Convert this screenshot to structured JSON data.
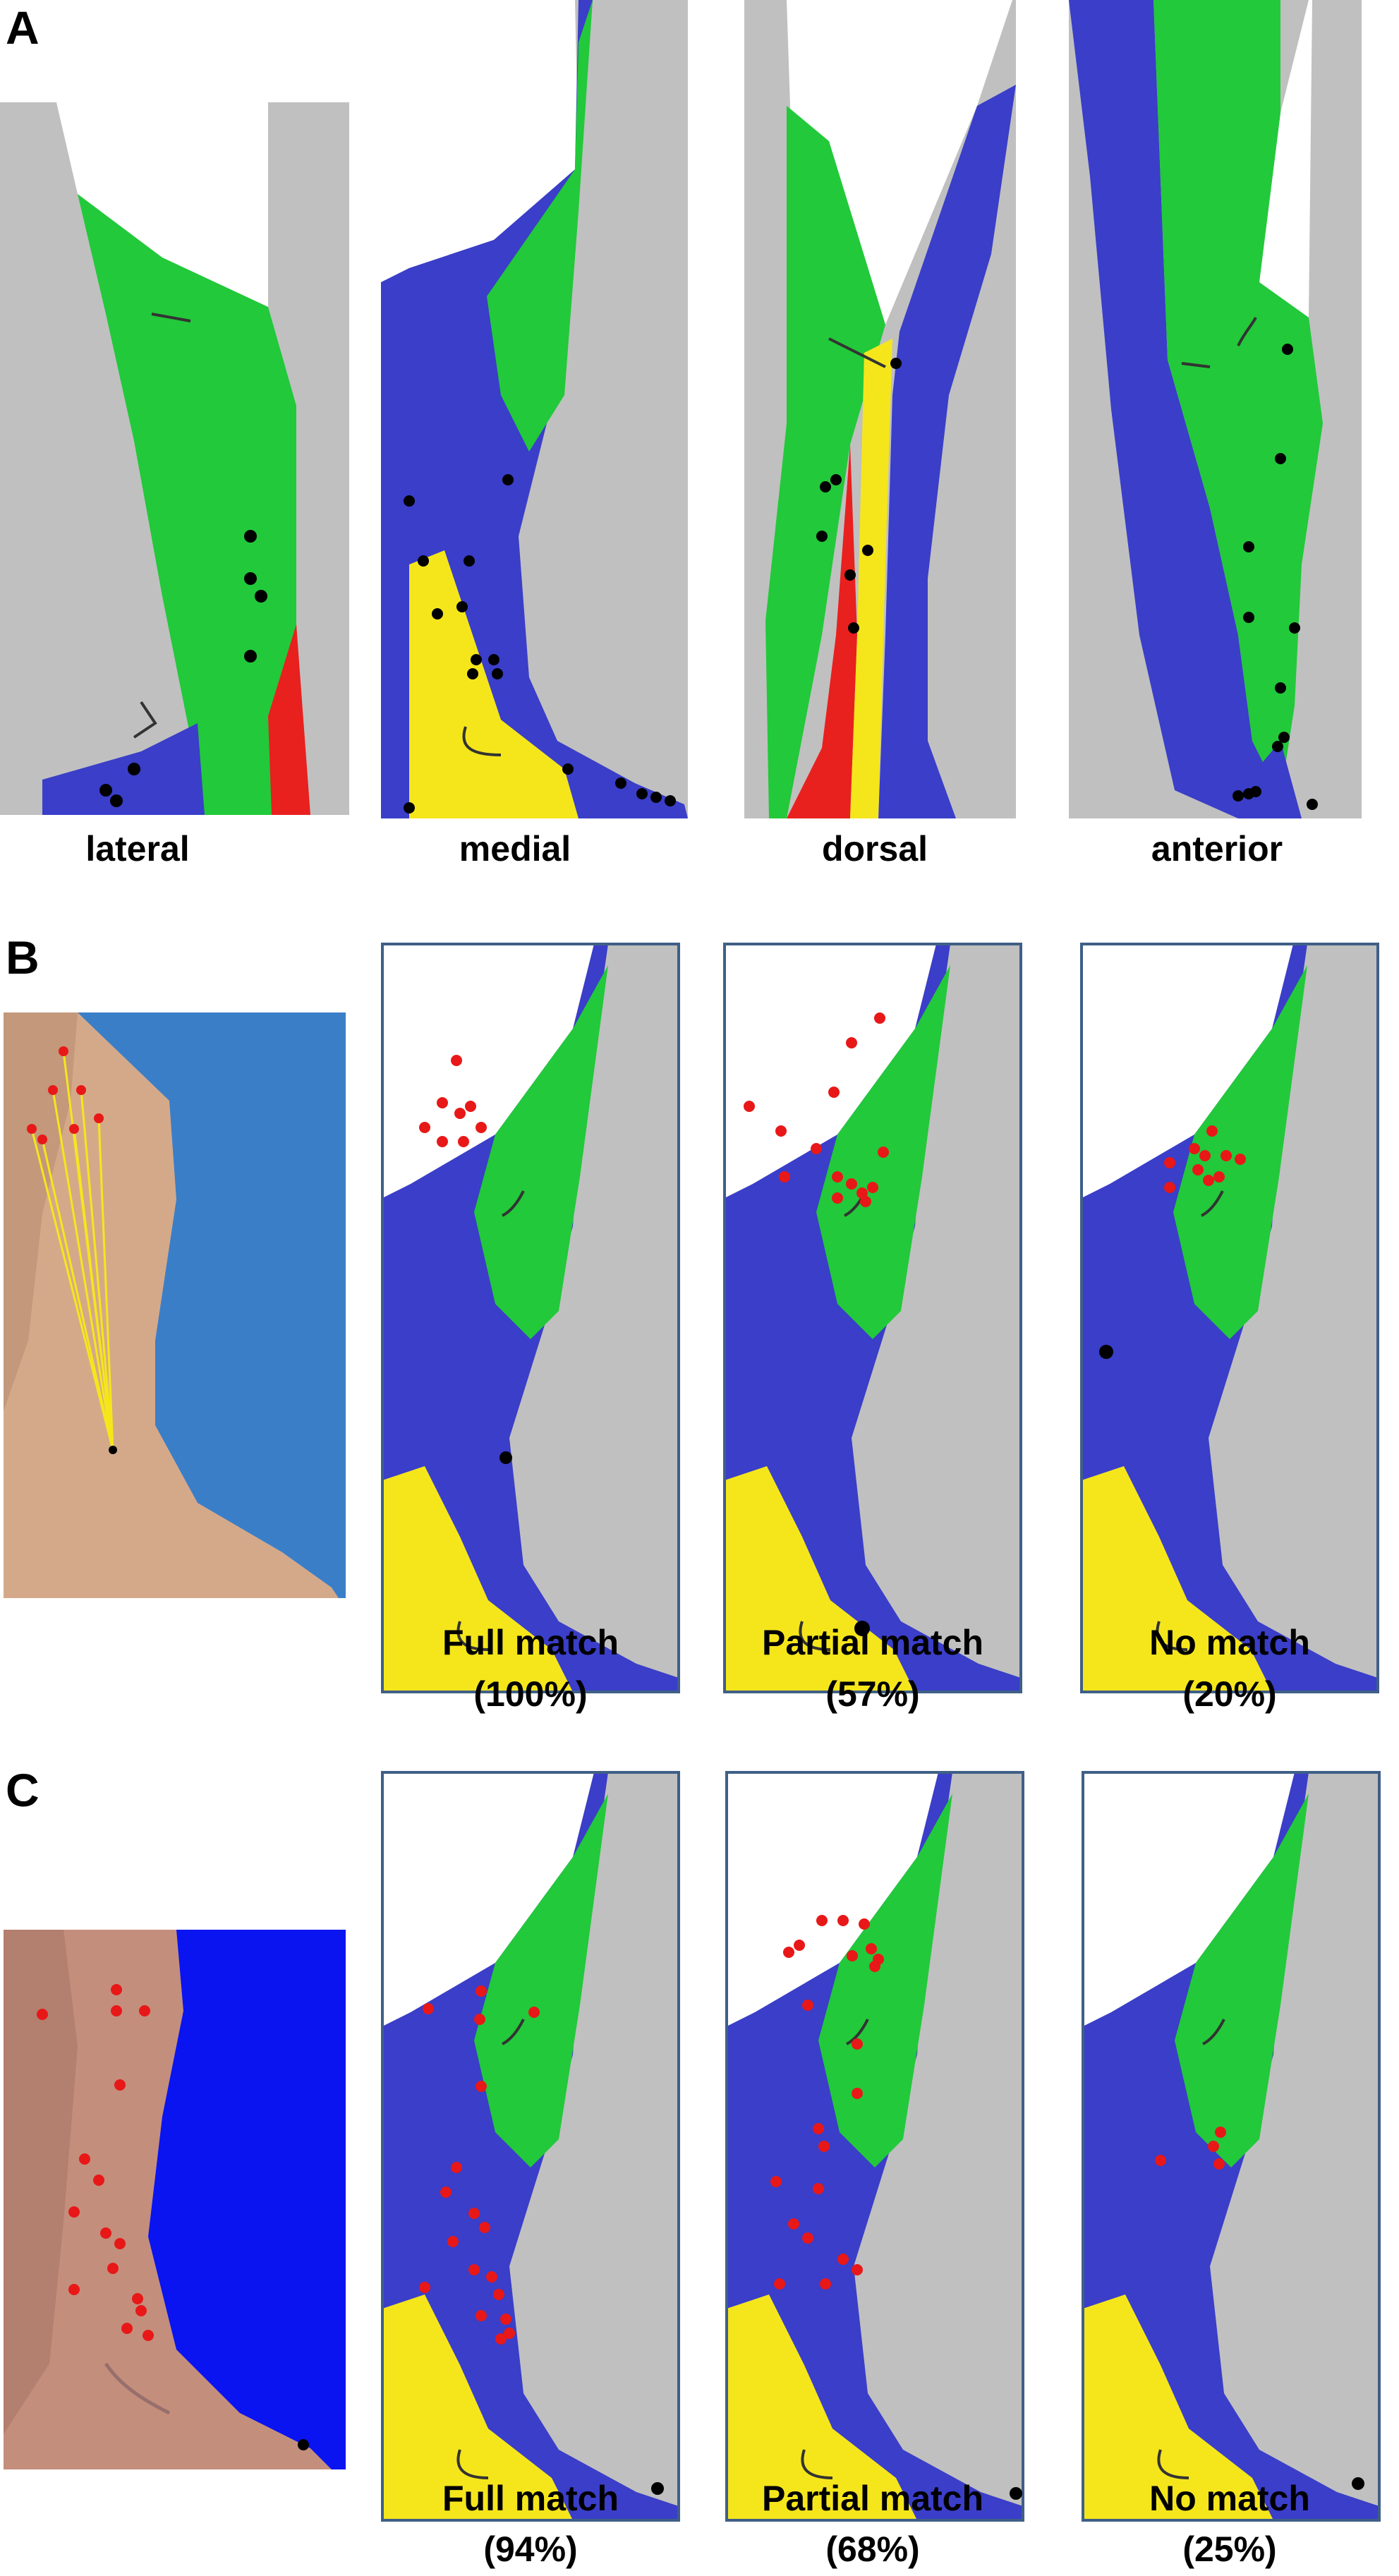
{
  "panels": {
    "A": {
      "letter": "A",
      "views": [
        {
          "label": "lateral"
        },
        {
          "label": "medial"
        },
        {
          "label": "dorsal"
        },
        {
          "label": "anterior"
        }
      ]
    },
    "B": {
      "letter": "B",
      "maps": [
        {
          "line1": "Full match",
          "line2": "(100%)",
          "match_percent": 100
        },
        {
          "line1": "Partial match",
          "line2": "(57%)",
          "match_percent": 57
        },
        {
          "line1": "No match",
          "line2": "(20%)",
          "match_percent": 20
        }
      ]
    },
    "C": {
      "letter": "C",
      "maps": [
        {
          "line1": "Full match",
          "line2": "(94%)",
          "match_percent": 94
        },
        {
          "line1": "Partial match",
          "line2": "(68%)",
          "match_percent": 68
        },
        {
          "line1": "No match",
          "line2": "(25%)",
          "match_percent": 25
        }
      ]
    }
  },
  "colors": {
    "background_gray": "#c0c0c0",
    "green_region": "#22c93a",
    "blue_region": "#3a3ec8",
    "yellow_region": "#f5e61c",
    "red_region": "#e8201e",
    "photo_background_B": "#3a7ec8",
    "photo_background_C": "#0a14f0",
    "stimulus_marker": "#e81818",
    "reference_marker": "#000000"
  }
}
